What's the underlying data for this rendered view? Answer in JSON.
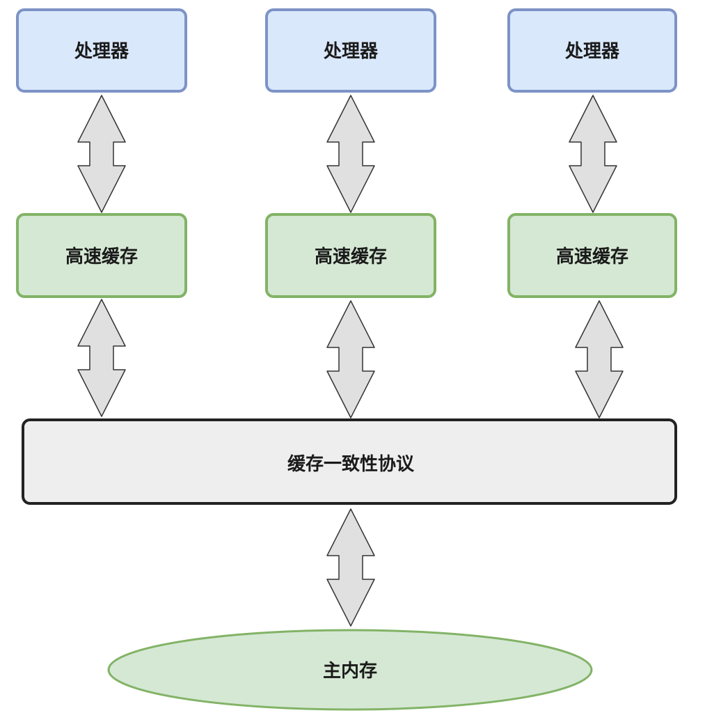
{
  "diagram": {
    "processors": [
      "处理器",
      "处理器",
      "处理器"
    ],
    "caches": [
      "高速缓存",
      "高速缓存",
      "高速缓存"
    ],
    "protocol": "缓存一致性协议",
    "main_memory": "主内存"
  },
  "colors": {
    "processor_fill": "#dae8fc",
    "processor_stroke": "#7d93c6",
    "cache_fill": "#d5e8d4",
    "cache_stroke": "#82b366",
    "protocol_fill": "#eeeeee",
    "protocol_stroke": "#222222",
    "memory_fill": "#d5e8d4",
    "memory_stroke": "#82b366",
    "arrow_fill": "#e0e0e0",
    "arrow_stroke": "#333333"
  }
}
